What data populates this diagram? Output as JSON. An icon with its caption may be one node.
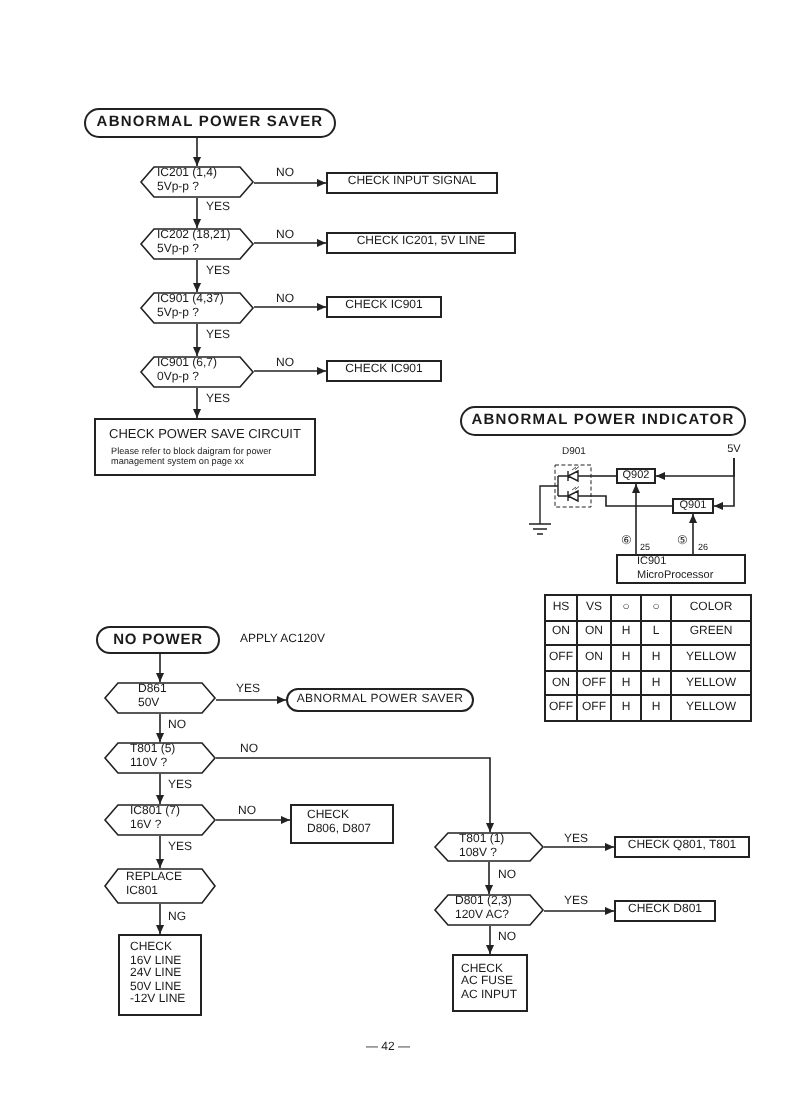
{
  "diagram": {
    "nodes": [
      {
        "text": [
          "ABNORMAL POWER SAVER"
        ]
      },
      {
        "text": [
          "IC201 (1,4) 5Vp-p ?"
        ]
      },
      {
        "text": [
          "CHECK INPUT SIGNAL"
        ]
      },
      {
        "text": [
          "IC202 (18,21) 5Vp-p ?"
        ]
      },
      {
        "text": [
          "CHECK IC201, 5V LINE"
        ]
      },
      {
        "text": [
          "IC901 (4,37) 5Vp-p ?"
        ]
      },
      {
        "text": [
          "CHECK IC901"
        ]
      },
      {
        "text": [
          "IC901 (6,7) 0Vp-p ?"
        ]
      },
      {
        "text": [
          "CHECK IC901"
        ]
      },
      {
        "text": [
          "CHECK POWER SAVE CIRCUIT",
          "Please refer to block daigram for power management system on page xx"
        ]
      },
      {
        "text": [
          "ABNORMAL POWER INDICATOR"
        ]
      },
      {
        "text": [],
        "shape": "picture",
        "beside": [
          "D901"
        ]
      },
      {
        "text": [
          "5V"
        ]
      },
      {
        "text": [
          "Q902"
        ]
      },
      {
        "text": [
          "Q901"
        ]
      },
      {
        "text": [
          "IC901 MicroProcessor"
        ]
      },
      {
        "text": [
          "NO POWER"
        ],
        "beside": [
          "APPLY AC120V"
        ]
      },
      {
        "text": [
          "D861 50V"
        ]
      },
      {
        "text": [
          "ABNORMAL POWER SAVER"
        ]
      },
      {
        "text": [
          "T801 (5) 110V ?"
        ]
      },
      {
        "text": [
          "IC801 (7) 16V ?"
        ]
      },
      {
        "text": [
          "CHECK D806, D807"
        ]
      },
      {
        "text": [
          "REPLACE IC801"
        ]
      },
      {
        "text": [
          "CHECK 16V LINE 24V LINE 50V LINE -12V LINE"
        ]
      },
      {
        "text": [
          "T801 (1) 108V ?"
        ]
      },
      {
        "text": [
          "CHECK Q801, T801"
        ]
      },
      {
        "text": [
          "D801 (2,3) 120V AC?"
        ]
      },
      {
        "text": [
          "CHECK D801"
        ]
      },
      {
        "text": [
          "CHECK AC FUSE AC INPUT"
        ]
      }
    ],
    "edges": [
      {
        "from": 0,
        "to": 1,
        "arrow": "to"
      },
      {
        "from": 1,
        "to": 2,
        "arrow": "to",
        "label": "NO"
      },
      {
        "from": 1,
        "to": 3,
        "arrow": "to",
        "label": "YES"
      },
      {
        "from": 3,
        "to": 4,
        "arrow": "to",
        "label": "NO"
      },
      {
        "from": 3,
        "to": 5,
        "arrow": "to",
        "label": "YES"
      },
      {
        "from": 5,
        "to": 6,
        "arrow": "to",
        "label": "NO"
      },
      {
        "from": 5,
        "to": 7,
        "arrow": "to",
        "label": "YES"
      },
      {
        "from": 7,
        "to": 8,
        "arrow": "to",
        "label": "NO"
      },
      {
        "from": 7,
        "to": 9,
        "arrow": "to",
        "label": "YES"
      },
      {
        "from": 12,
        "to": 13,
        "arrow": "to"
      },
      {
        "from": 12,
        "to": 14,
        "arrow": "to"
      },
      {
        "from": 15,
        "to": 13,
        "arrow": "to"
      },
      {
        "from": 15,
        "to": 14,
        "arrow": "to"
      },
      {
        "from": 13,
        "to": 11,
        "arrow": "none"
      },
      {
        "from": 14,
        "to": 11,
        "arrow": "none"
      },
      {
        "from": 16,
        "to": 17,
        "arrow": "to"
      },
      {
        "from": 17,
        "to": 18,
        "arrow": "to",
        "label": "YES"
      },
      {
        "from": 17,
        "to": 19,
        "arrow": "to",
        "label": "NO"
      },
      {
        "from": 19,
        "to": 24,
        "arrow": "to",
        "label": "NO"
      },
      {
        "from": 19,
        "to": 20,
        "arrow": "to",
        "label": "YES"
      },
      {
        "from": 20,
        "to": 21,
        "arrow": "to",
        "label": "NO"
      },
      {
        "from": 20,
        "to": 22,
        "arrow": "to",
        "label": "YES"
      },
      {
        "from": 22,
        "to": 23,
        "arrow": "to",
        "label": "NG"
      },
      {
        "from": 24,
        "to": 25,
        "arrow": "to",
        "label": "YES"
      },
      {
        "from": 24,
        "to": 26,
        "arrow": "to",
        "label": "NO"
      },
      {
        "from": 26,
        "to": 27,
        "arrow": "to",
        "label": "YES"
      },
      {
        "from": 26,
        "to": 28,
        "arrow": "to",
        "label": "NO"
      }
    ],
    "labels": [
      "⑥",
      "25",
      "⑤",
      "26",
      "HS",
      "VS",
      "○",
      "○",
      "COLOR",
      "ON",
      "ON",
      "H",
      "L",
      "GREEN",
      "OFF",
      "ON",
      "H",
      "H",
      "YELLOW",
      "ON",
      "OFF",
      "H",
      "H",
      "YELLOW",
      "OFF",
      "OFF",
      "H",
      "H",
      "YELLOW",
      "— 42 —"
    ]
  }
}
